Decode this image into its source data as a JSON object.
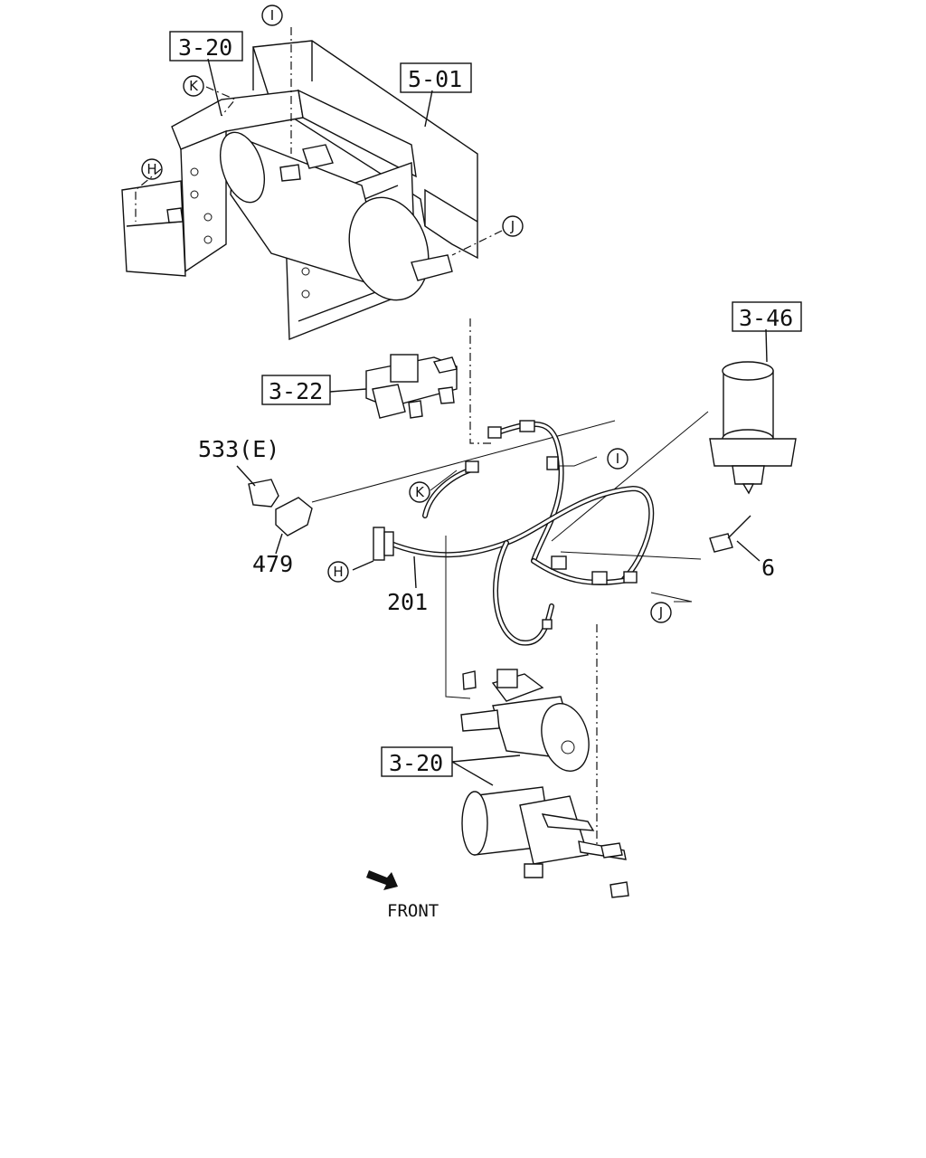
{
  "callouts": {
    "ref_3_20_top": "3-20",
    "ref_5_01": "5-01",
    "ref_3_22": "3-22",
    "ref_3_46": "3-46",
    "ref_3_20_bottom": "3-20",
    "part_533": "533(E)",
    "part_479": "479",
    "part_201": "201",
    "part_6": "6"
  },
  "connectors": {
    "I_top": "I",
    "K_top": "K",
    "H_top": "H",
    "J_top": "J",
    "I_harness": "I",
    "K_harness": "K",
    "H_harness": "H",
    "J_harness": "J"
  },
  "direction": {
    "label": "FRONT",
    "icon": "arrow-front-icon"
  }
}
